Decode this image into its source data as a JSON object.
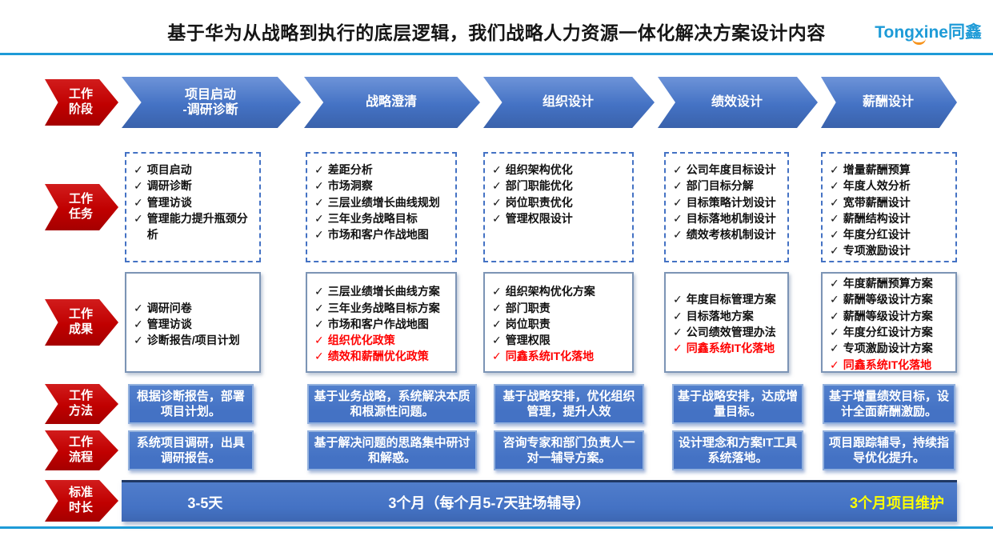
{
  "header": {
    "title": "基于华为从战略到执行的底层逻辑，我们战略人力资源一体化解决方案设计内容",
    "logo_text": "Tongxine",
    "logo_cjk": "同鑫"
  },
  "icons": {
    "check": "✓"
  },
  "colors": {
    "brand_blue": "#1E9BD7",
    "arrow_blue": "#4472C4",
    "arrow_red": "#C00000",
    "highlight_red": "#FF0000",
    "duration_yellow": "#FFFF00"
  },
  "labels": {
    "phase": "工作\n阶段",
    "tasks": "工作\n任务",
    "results": "工作\n成果",
    "method": "工作\n方法",
    "process": "工作\n流程",
    "duration": "标准\n时长"
  },
  "phases": {
    "p1": "项目启动\n-调研诊断",
    "p2": "战略澄清",
    "p3": "组织设计",
    "p4": "绩效设计",
    "p5": "薪酬设计"
  },
  "tasks": {
    "c1": [
      {
        "text": "项目启动"
      },
      {
        "text": "调研诊断"
      },
      {
        "text": "管理访谈"
      },
      {
        "text": "管理能力提升瓶颈分析"
      }
    ],
    "c2": [
      {
        "text": "差距分析"
      },
      {
        "text": "市场洞察"
      },
      {
        "text": "三层业绩增长曲线规划"
      },
      {
        "text": "三年业务战略目标"
      },
      {
        "text": "市场和客户作战地图"
      }
    ],
    "c3": [
      {
        "text": "组织架构优化"
      },
      {
        "text": "部门职能优化"
      },
      {
        "text": "岗位职责优化"
      },
      {
        "text": "管理权限设计"
      }
    ],
    "c4": [
      {
        "text": "公司年度目标设计"
      },
      {
        "text": "部门目标分解"
      },
      {
        "text": "目标策略计划设计"
      },
      {
        "text": "目标落地机制设计"
      },
      {
        "text": "绩效考核机制设计"
      }
    ],
    "c5": [
      {
        "text": "增量薪酬预算"
      },
      {
        "text": "年度人效分析"
      },
      {
        "text": "宽带薪酬设计"
      },
      {
        "text": "薪酬结构设计"
      },
      {
        "text": "年度分红设计"
      },
      {
        "text": "专项激励设计"
      }
    ]
  },
  "results": {
    "c1": [
      {
        "text": "调研问卷"
      },
      {
        "text": "管理访谈"
      },
      {
        "text": "诊断报告/项目计划"
      }
    ],
    "c2": [
      {
        "text": "三层业绩增长曲线方案"
      },
      {
        "text": "三年业务战略目标方案"
      },
      {
        "text": "市场和客户作战地图"
      },
      {
        "text": "组织优化政策",
        "color": "red"
      },
      {
        "text": "绩效和薪酬优化政策",
        "color": "red"
      }
    ],
    "c3": [
      {
        "text": "组织架构优化方案"
      },
      {
        "text": "部门职责"
      },
      {
        "text": "岗位职责"
      },
      {
        "text": "管理权限"
      },
      {
        "text": "同鑫系统IT化落地",
        "color": "red"
      }
    ],
    "c4": [
      {
        "text": "年度目标管理方案"
      },
      {
        "text": "目标落地方案"
      },
      {
        "text": "公司绩效管理办法"
      },
      {
        "text": "同鑫系统IT化落地",
        "color": "red"
      }
    ],
    "c5": [
      {
        "text": "年度薪酬预算方案"
      },
      {
        "text": "薪酬等级设计方案"
      },
      {
        "text": "薪酬等级设计方案"
      },
      {
        "text": "年度分红设计方案"
      },
      {
        "text": "专项激励设计方案"
      },
      {
        "text": "同鑫系统IT化落地",
        "color": "red"
      }
    ]
  },
  "methods": {
    "c1": "根据诊断报告，部署项目计划。",
    "c2": "基于业务战略，系统解决本质和根源性问题。",
    "c3": "基于战略安排，优化组织管理，提升人效",
    "c4": "基于战略安排，达成增量目标。",
    "c5": "基于增量绩效目标，设计全面薪酬激励。"
  },
  "processes": {
    "c1": "系统项目调研，出具调研报告。",
    "c2": "基于解决问题的思路集中研讨和解惑。",
    "c3": "咨询专家和部门负责人一对一辅导方案。",
    "c4": "设计理念和方案IT工具系统落地。",
    "c5": "项目跟踪辅导，持续指导优化提升。"
  },
  "duration": {
    "d1": "3-5天",
    "d2": "3个月（每个月5-7天驻场辅导）",
    "d3": "3个月项目维护"
  }
}
